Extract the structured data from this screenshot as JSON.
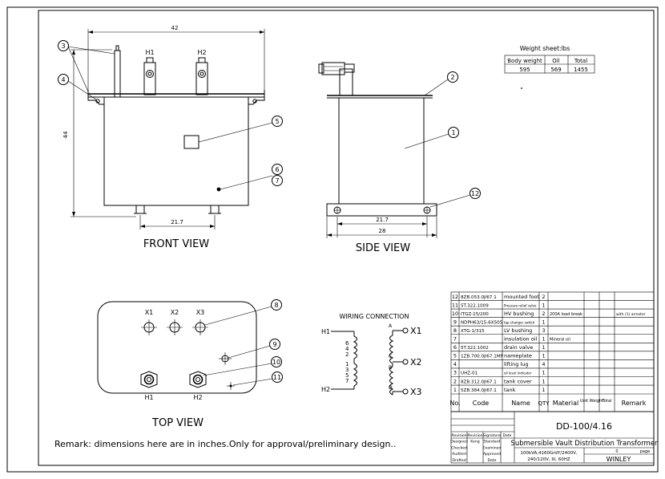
{
  "views": {
    "front": "FRONT VIEW",
    "side": "SIDE VIEW",
    "top": "TOP VIEW",
    "wiring": "WIRING CONNECTION"
  },
  "dims": {
    "width": "42",
    "height": "44",
    "base": "21.7",
    "side_base": "21.7",
    "side_total": "28"
  },
  "bushings": {
    "h1": "H1",
    "h2": "H2",
    "x1": "X1",
    "x2": "X2",
    "x3": "X3"
  },
  "callouts": [
    "1",
    "2",
    "3",
    "4",
    "5",
    "6",
    "7",
    "8",
    "9",
    "10",
    "11",
    "12"
  ],
  "wiring": {
    "h1": "H1",
    "h2": "H2",
    "x1": "X1",
    "x2": "X2",
    "x3": "X3",
    "taps": [
      "6",
      "4",
      "2",
      "1",
      "3",
      "5",
      "7"
    ],
    "points": [
      "A",
      "C",
      "B",
      "D"
    ]
  },
  "weight": {
    "title": "Weight sheet:lbs",
    "headers": [
      "Body weight",
      "Oil",
      "Total"
    ],
    "values": [
      "595",
      "569",
      "1455"
    ]
  },
  "bom": {
    "headers": [
      "No.",
      "Code",
      "Name",
      "QTY",
      "Material",
      "Unit Weight",
      "Total",
      "Remark"
    ],
    "rows": [
      {
        "no": "12",
        "code": "8ZB.053.0JI67.1",
        "name": "mounted foot",
        "qty": "2",
        "mat": "",
        "remark": ""
      },
      {
        "no": "11",
        "code": "5T.322.1009",
        "name": "Pressure relief valve",
        "qty": "1",
        "mat": "",
        "remark": ""
      },
      {
        "no": "10",
        "code": "ITGZ-15/200",
        "name": "HV bushing",
        "qty": "2",
        "mat": "200A load break",
        "remark": "with (1) arrester"
      },
      {
        "no": "9",
        "code": "NDPH63/15-6X505",
        "name": "tap changer switch",
        "qty": "1",
        "mat": "",
        "remark": ""
      },
      {
        "no": "8",
        "code": "XTG-1/315",
        "name": "LV bushing",
        "qty": "3",
        "mat": "",
        "remark": ""
      },
      {
        "no": "7",
        "code": "",
        "name": "insulation oil",
        "qty": "1",
        "mat": "Mineral oil",
        "remark": ""
      },
      {
        "no": "6",
        "code": "5T.322.1002",
        "name": "drain valve",
        "qty": "1",
        "mat": "",
        "remark": ""
      },
      {
        "no": "5",
        "code": "1ZB.700.0JI67.1MP",
        "name": "nameplate",
        "qty": "1",
        "mat": "",
        "remark": ""
      },
      {
        "no": "4",
        "code": "",
        "name": "lifting lug",
        "qty": "4",
        "mat": "",
        "remark": ""
      },
      {
        "no": "3",
        "code": "UHZ-01",
        "name": "oil level indicator",
        "qty": "1",
        "mat": "",
        "remark": ""
      },
      {
        "no": "2",
        "code": "8ZB.312.0JI67.1",
        "name": "tank cover",
        "qty": "1",
        "mat": "",
        "remark": ""
      },
      {
        "no": "1",
        "code": "5ZB.384.0JI67.1",
        "name": "tank",
        "qty": "1",
        "mat": "",
        "remark": ""
      }
    ]
  },
  "title_block": {
    "model": "DD-100/4.16",
    "title": "Submersible Vault Distribution Transformer",
    "spec1": "100kVA,4160GrdY/2400V,",
    "spec2": "240/120V, III, 60HZ",
    "company": "WINLEY",
    "page_no": "0",
    "page_label": "page",
    "left_rows": [
      [
        "Revision",
        "Revision",
        "Signature",
        "Date"
      ],
      [
        "Designed",
        "Kong",
        "Standard",
        ""
      ],
      [
        "Checked",
        "",
        "Examined",
        ""
      ],
      [
        "Audited",
        "",
        "Approved",
        ""
      ],
      [
        "Drafted",
        "",
        "Date",
        ""
      ]
    ]
  },
  "remark": "Remark: dimensions here are in inches.Only for approval/preliminary design.."
}
